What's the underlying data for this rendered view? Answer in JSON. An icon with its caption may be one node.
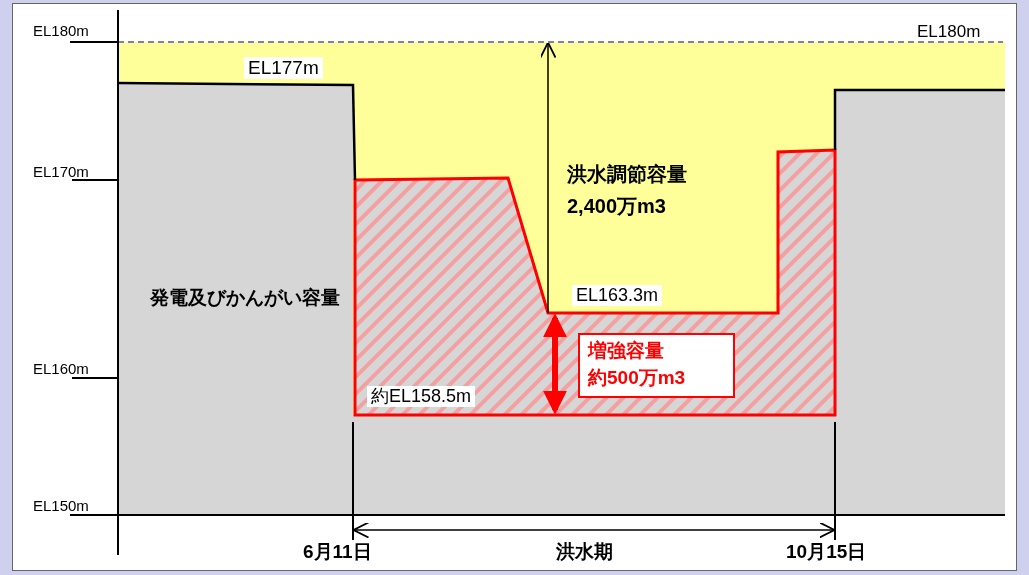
{
  "diagram": {
    "nodes": [
      {
        "text": [
          "増強容量",
          "約500万m3"
        ]
      }
    ],
    "labels": [
      "EL180m",
      "EL180m",
      "EL177m",
      "洪水調節容量",
      "2,400万m3",
      "EL170m",
      "EL163.3m",
      "発電及びかんがい容量",
      "EL160m",
      "約EL158.5m",
      "EL150m",
      "6月11日",
      "洪水期",
      "10月15日"
    ]
  }
}
